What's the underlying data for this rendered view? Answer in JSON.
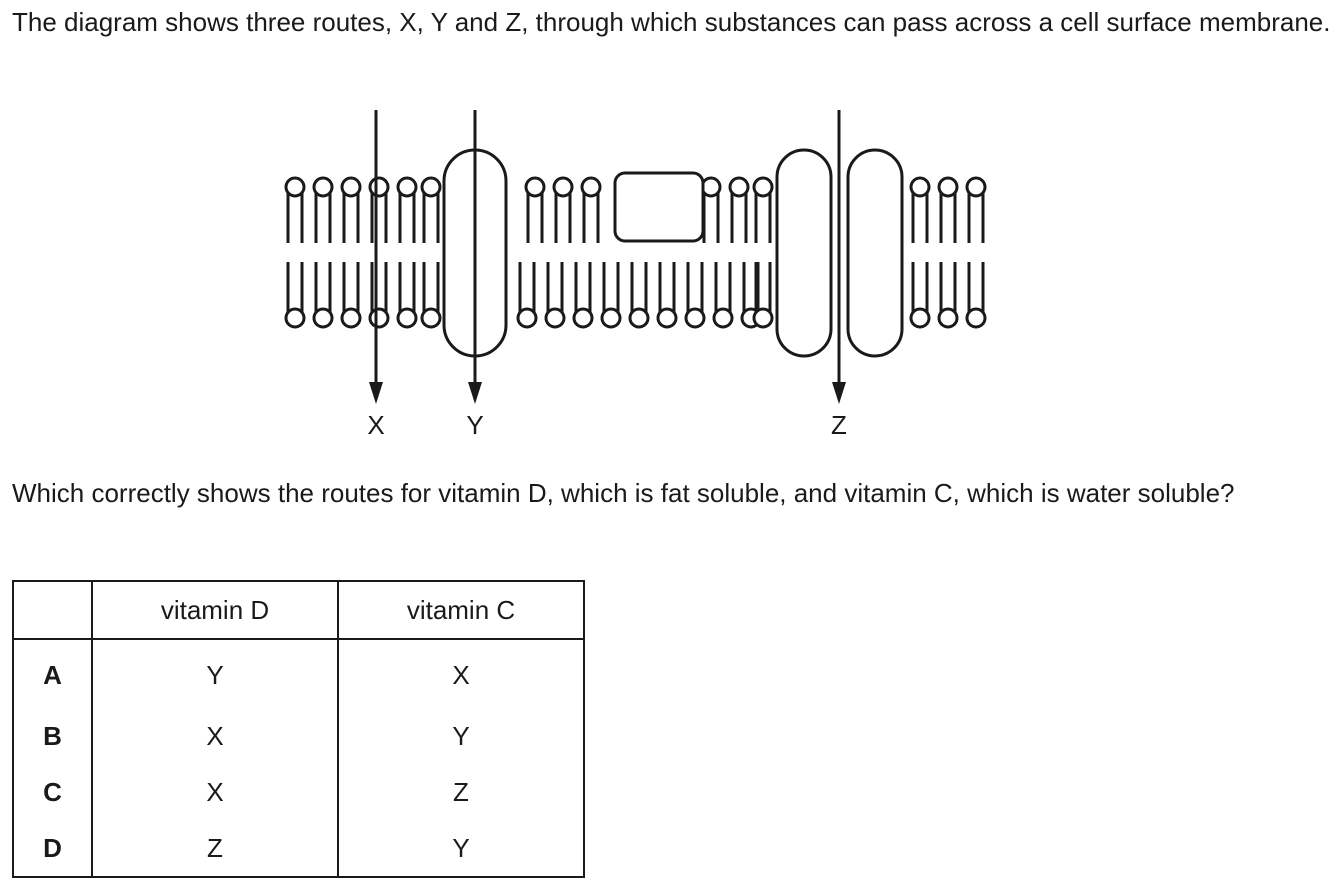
{
  "question": {
    "intro": "The diagram shows three routes, X, Y and Z, through which substances can pass across a cell surface membrane.",
    "prompt": "Which correctly shows the routes for vitamin D, which is fat soluble, and vitamin C, which is water soluble?"
  },
  "diagram": {
    "route_labels": {
      "x": "X",
      "y": "Y",
      "z": "Z"
    }
  },
  "table": {
    "headers": [
      "",
      "vitamin D",
      "vitamin C"
    ],
    "rows": [
      {
        "key": "A",
        "vitamin_d": "Y",
        "vitamin_c": "X"
      },
      {
        "key": "B",
        "vitamin_d": "X",
        "vitamin_c": "Y"
      },
      {
        "key": "C",
        "vitamin_d": "X",
        "vitamin_c": "Z"
      },
      {
        "key": "D",
        "vitamin_d": "Z",
        "vitamin_c": "Y"
      }
    ]
  }
}
